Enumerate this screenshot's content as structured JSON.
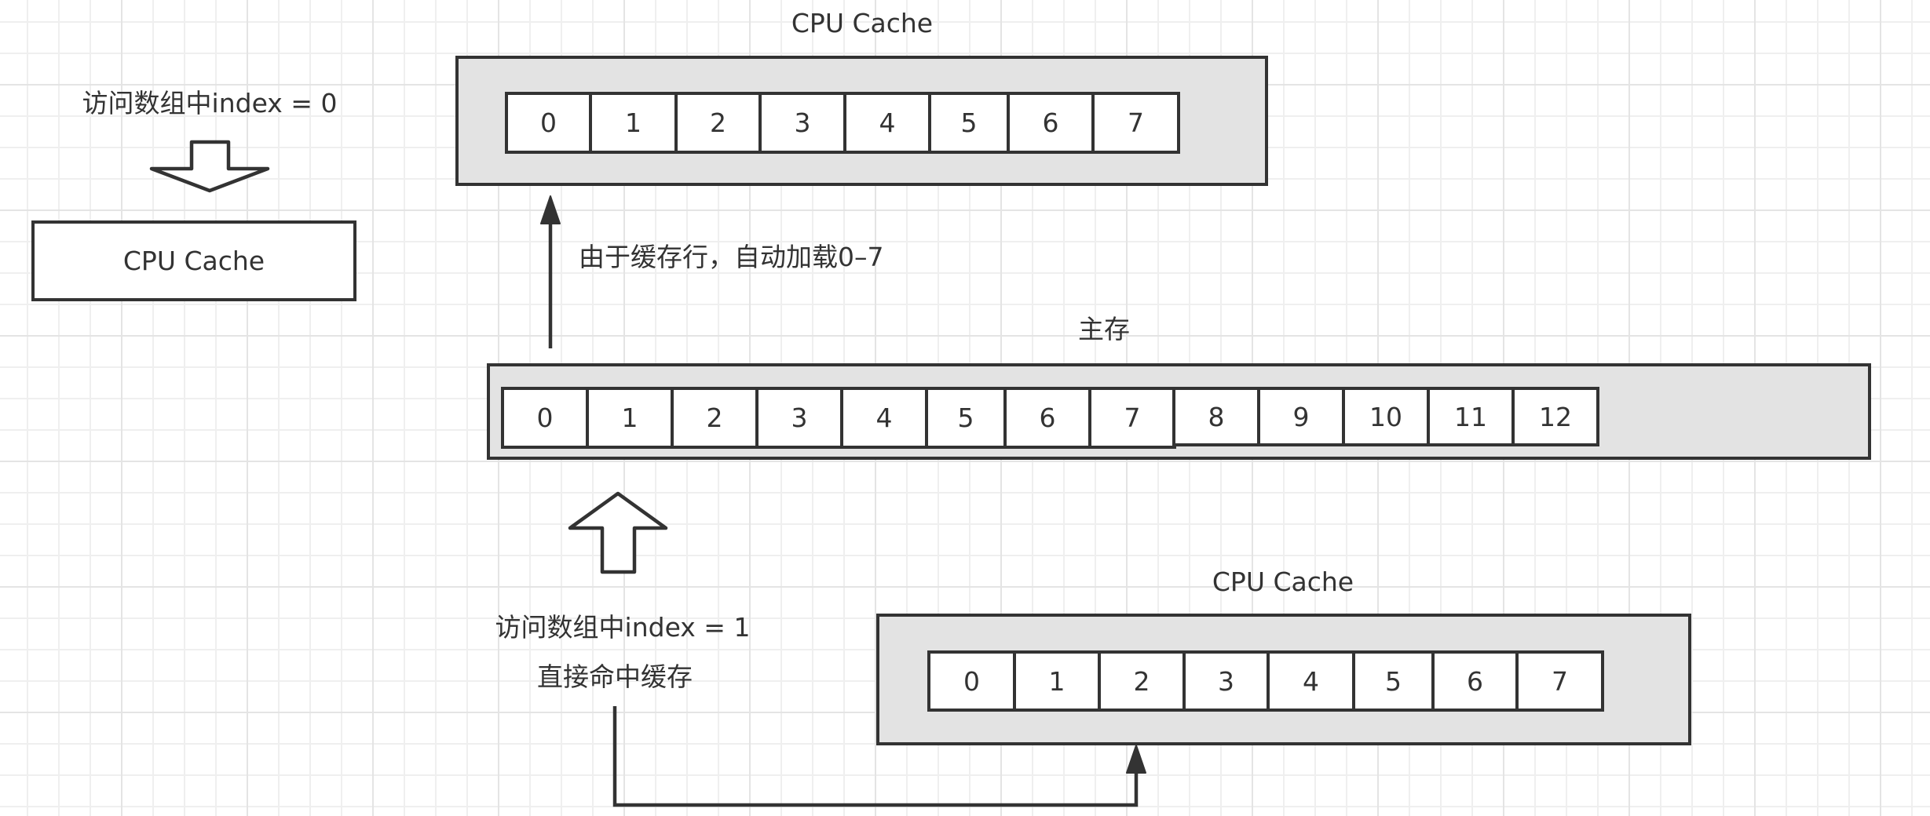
{
  "diagram": {
    "left": {
      "access_label": "访问数组中index = 0",
      "arrow_icon": "block-arrow-down-icon",
      "cache_box_label": "CPU Cache"
    },
    "top_cache": {
      "title": "CPU Cache",
      "cells": [
        "0",
        "1",
        "2",
        "3",
        "4",
        "5",
        "6",
        "7"
      ]
    },
    "load_arrow": {
      "icon": "arrow-up-icon",
      "label": "由于缓存行，自动加载0–7"
    },
    "main_memory": {
      "title": "主存",
      "cells_group1": [
        "0",
        "1",
        "2",
        "3",
        "4",
        "5",
        "6",
        "7"
      ],
      "cells_group2": [
        "8",
        "9",
        "10",
        "11",
        "12"
      ]
    },
    "bottom_access": {
      "arrow_icon": "block-arrow-up-icon",
      "access_label": "访问数组中index = 1",
      "hit_label": "直接命中缓存"
    },
    "bottom_cache": {
      "title": "CPU Cache",
      "cells": [
        "0",
        "1",
        "2",
        "3",
        "4",
        "5",
        "6",
        "7"
      ]
    },
    "colors": {
      "stroke": "#333333",
      "container_fill": "#e3e3e3",
      "cell_fill": "#ffffff",
      "background": "#ffffff"
    }
  }
}
